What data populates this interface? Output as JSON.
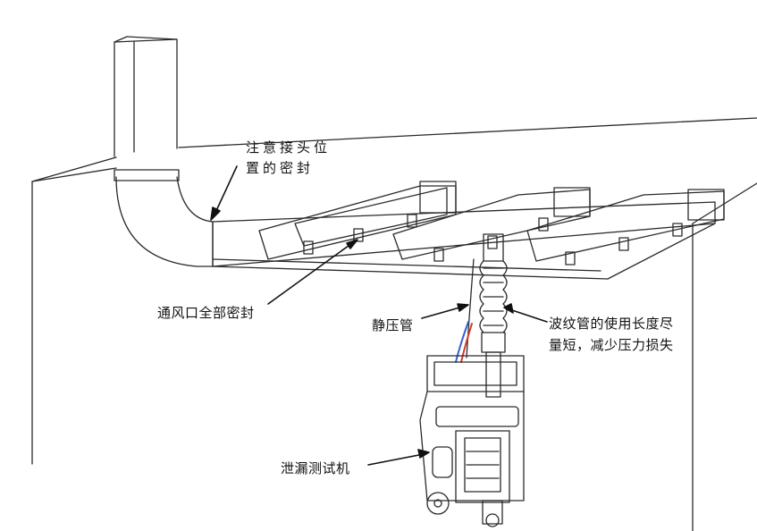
{
  "labels": {
    "joint_seal_line1": "注意接头位",
    "joint_seal_line2": "置的密封",
    "vents_sealed": "通风口全部密封",
    "static_tube": "静压管",
    "bellows_line1": "波纹管的使用长度尽",
    "bellows_line2": "量短，减少压力损失",
    "leak_tester": "泄漏测试机"
  },
  "colors": {
    "line": "#2a2a2a",
    "hose_blue": "#3a5fcd",
    "hose_red": "#d23a2a"
  }
}
